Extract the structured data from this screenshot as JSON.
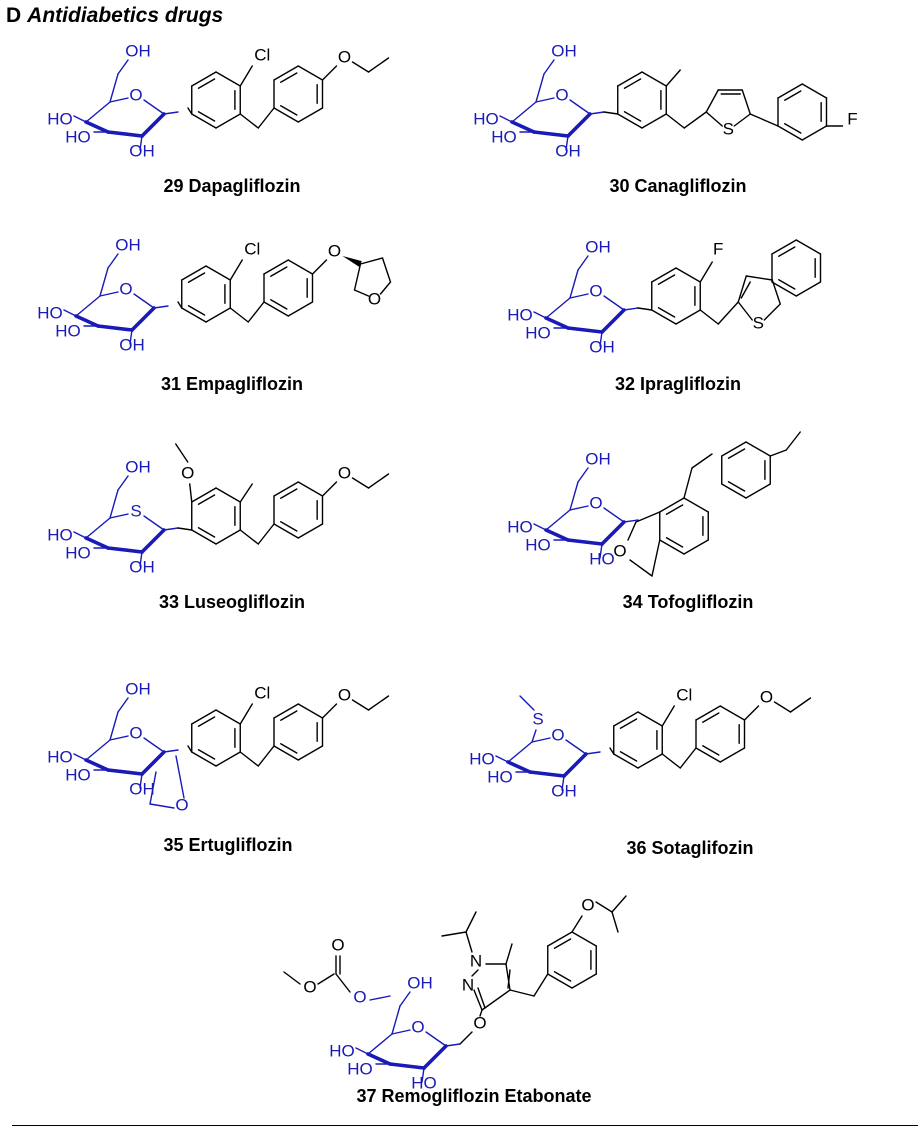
{
  "panel": {
    "letter": "D",
    "title": "Antidiabetics drugs"
  },
  "colors": {
    "sugar": "#1a1ab8",
    "scaffold": "#000000"
  },
  "compounds": [
    {
      "number": "29",
      "name": "Dapagliflozin",
      "sugar_labels": [
        "HO",
        "HO",
        "OH",
        "OH",
        "O"
      ],
      "aglycone_labels": [
        "Cl",
        "O"
      ]
    },
    {
      "number": "30",
      "name": "Canagliflozin",
      "sugar_labels": [
        "HO",
        "HO",
        "OH",
        "OH",
        "O"
      ],
      "aglycone_labels": [
        "S",
        "F"
      ]
    },
    {
      "number": "31",
      "name": "Empagliflozin",
      "sugar_labels": [
        "HO",
        "HO",
        "OH",
        "OH",
        "O"
      ],
      "aglycone_labels": [
        "Cl",
        "O",
        "O"
      ]
    },
    {
      "number": "32",
      "name": "Ipragliflozin",
      "sugar_labels": [
        "HO",
        "HO",
        "OH",
        "OH",
        "O"
      ],
      "aglycone_labels": [
        "F",
        "S"
      ]
    },
    {
      "number": "33",
      "name": "Luseogliflozin",
      "sugar_labels": [
        "HO",
        "HO",
        "OH",
        "OH",
        "S"
      ],
      "aglycone_labels": [
        "O",
        "O"
      ]
    },
    {
      "number": "34",
      "name": "Tofogliflozin",
      "sugar_labels": [
        "HO",
        "HO",
        "HO",
        "OH",
        "O"
      ],
      "aglycone_labels": [
        "O"
      ]
    },
    {
      "number": "35",
      "name": "Ertugliflozin",
      "sugar_labels": [
        "HO",
        "HO",
        "OH",
        "OH",
        "O",
        "O"
      ],
      "aglycone_labels": [
        "Cl",
        "O"
      ]
    },
    {
      "number": "36",
      "name": "Sotaglifozin",
      "sugar_labels": [
        "HO",
        "HO",
        "OH",
        "S",
        "O"
      ],
      "aglycone_labels": [
        "Cl",
        "O"
      ]
    },
    {
      "number": "37",
      "name": "Remogliflozin Etabonate",
      "sugar_labels": [
        "HO",
        "HO",
        "HO",
        "OH",
        "O"
      ],
      "aglycone_labels": [
        "O",
        "O",
        "O",
        "N",
        "N",
        "O"
      ]
    }
  ]
}
